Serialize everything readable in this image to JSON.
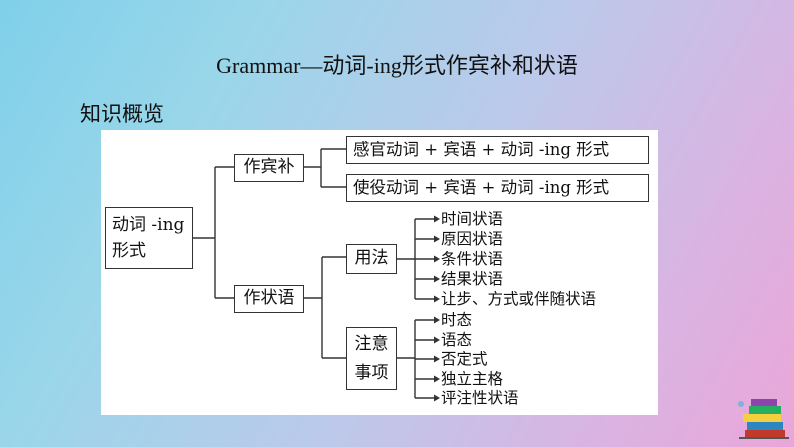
{
  "title": "Grammar—动词-ing形式作宾补和状语",
  "section_heading": "知识概览",
  "root": {
    "line1": "动词 -ing",
    "line2": "形式"
  },
  "branch_complement": {
    "label": "作宾补",
    "patterns": [
      "感官动词 + 宾语 + 动词 -ing 形式",
      "使役动词 + 宾语 + 动词 -ing 形式"
    ]
  },
  "branch_adverbial": {
    "label": "作状语",
    "usage": {
      "label": "用法",
      "items": [
        "时间状语",
        "原因状语",
        "条件状语",
        "结果状语",
        "让步、方式或伴随状语"
      ]
    },
    "notes": {
      "line1": "注意",
      "line2": "事项",
      "items": [
        "时态",
        "语态",
        "否定式",
        "独立主格",
        "评注性状语"
      ]
    }
  }
}
